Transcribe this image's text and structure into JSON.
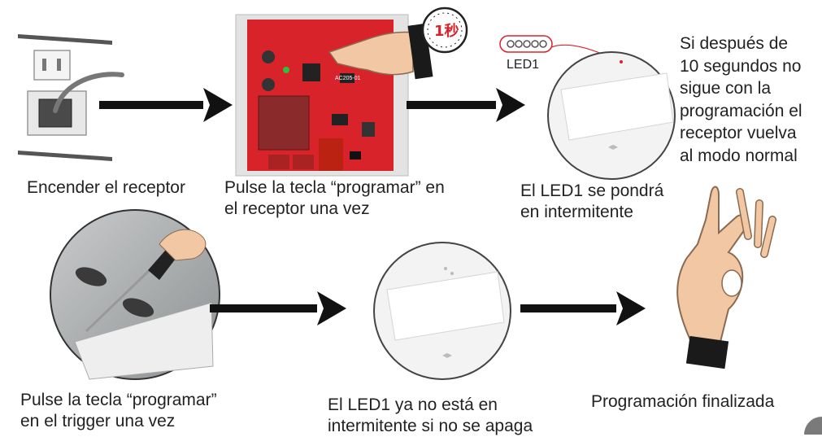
{
  "steps": {
    "power_on": "Encender el receptor",
    "press_receiver": [
      "Pulse la tecla “programar” en",
      "el receptor una vez"
    ],
    "led_blink": [
      "El LED1 se pondrá",
      "en intermitente"
    ],
    "timeout_note": [
      "Si después de",
      "10 segundos no",
      "sigue con la",
      "programación el",
      "receptor vuelva",
      "al modo normal"
    ],
    "press_trigger": [
      "Pulse la tecla “programar”",
      "en el trigger una vez"
    ],
    "led_stop": [
      "El LED1 ya no está en",
      "intermitente si no se apaga"
    ],
    "done": "Programación finalizada"
  },
  "labels": {
    "led_label": "LED1",
    "timer_label": "1秒",
    "board_model": "AC205-01"
  },
  "colors": {
    "board": "#d8232a",
    "arrow": "#111111",
    "hand": "#f2c7a3"
  }
}
